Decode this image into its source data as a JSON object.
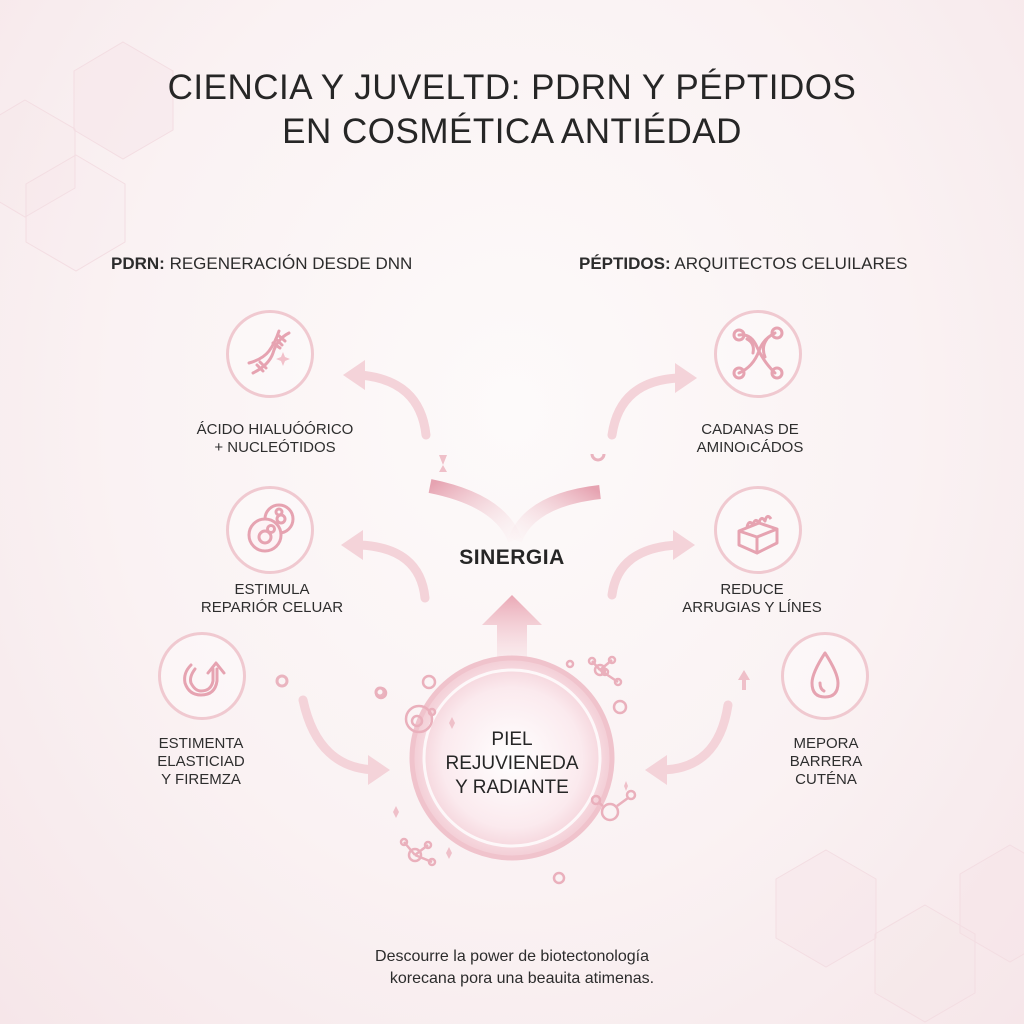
{
  "title": {
    "line1": "CIENCIA Y JUVELTD: PDRN Y PÉPTIDOS",
    "line2": "EN COSMÉTICA ANTIÉDAD"
  },
  "columns": {
    "left": {
      "bold": "PDRN:",
      "rest": " REGENERACIÓN DESDE DNN"
    },
    "right": {
      "bold": "PÉPTIDOS:",
      "rest": " ARQUITECTOS CELUILARES"
    }
  },
  "left_items": [
    {
      "icon": "dna-helix-icon",
      "line1": "ÁCIDO HIALUÓÓRICO",
      "line2": "+ NUCLEÓTIDOS",
      "line3": ""
    },
    {
      "icon": "cells-icon",
      "line1": "ESTIMULA",
      "line2": "REPARIÓR CELUAR",
      "line3": ""
    },
    {
      "icon": "rotate-arrow-icon",
      "line1": "ESTIMENTA",
      "line2": "ELASTICIAD",
      "line3": "Y FIREMZA"
    }
  ],
  "right_items": [
    {
      "icon": "amino-chain-icon",
      "line1": "CADANAS DE",
      "line2": "AMINOıCÁDOS",
      "line3": ""
    },
    {
      "icon": "box-spring-icon",
      "line1": "REDUCE",
      "line2": "ARRUGIAS Y LÍNES",
      "line3": ""
    },
    {
      "icon": "water-drop-icon",
      "line1": "MEPORA",
      "line2": "BARRERA",
      "line3": "CUTÉNA"
    }
  ],
  "center": {
    "synergy_label": "SINERGIA",
    "result_line1": "PIEL",
    "result_line2": "REJUVIENEDA",
    "result_line3": "Y RADIANTE"
  },
  "footer": {
    "line1": "Descourre la power de biotectonología",
    "line2": "korecana pora una beauita atimenas."
  },
  "colors": {
    "accent_pink": "#e8a7b4",
    "light_pink": "#f3cfd6",
    "gold_line": "#d9a86c",
    "text": "#262626"
  }
}
